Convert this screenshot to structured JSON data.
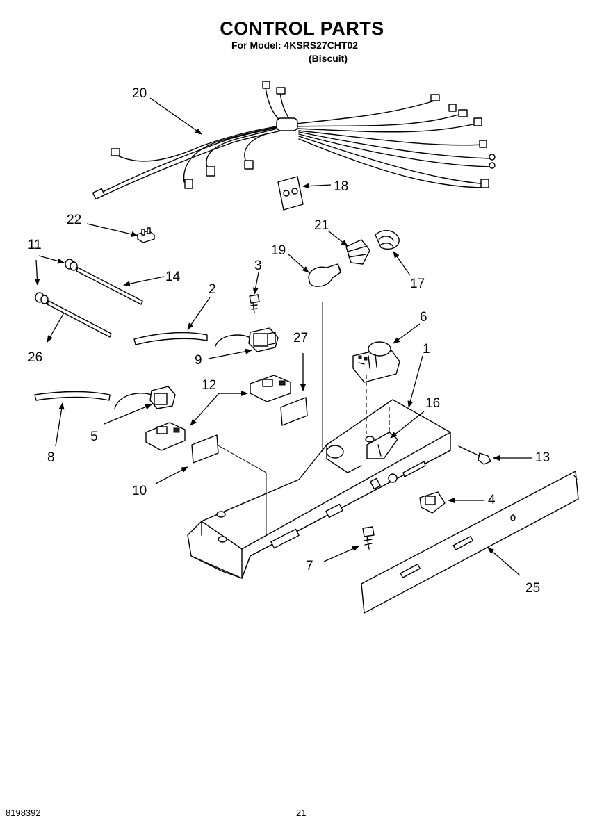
{
  "header": {
    "title": "CONTROL PARTS",
    "model_line": "For Model: 4KSRS27CHT02",
    "variant": "(Biscuit)"
  },
  "footer": {
    "doc_number": "8198392",
    "page_number": "21"
  },
  "callouts": {
    "c1": "1",
    "c2": "2",
    "c3": "3",
    "c4": "4",
    "c5": "5",
    "c6": "6",
    "c7": "7",
    "c8": "8",
    "c9": "9",
    "c10": "10",
    "c11": "11",
    "c12": "12",
    "c13": "13",
    "c14": "14",
    "c16": "16",
    "c17": "17",
    "c18": "18",
    "c19": "19",
    "c20": "20",
    "c21": "21",
    "c22": "22",
    "c25": "25",
    "c26": "26",
    "c27": "27"
  }
}
